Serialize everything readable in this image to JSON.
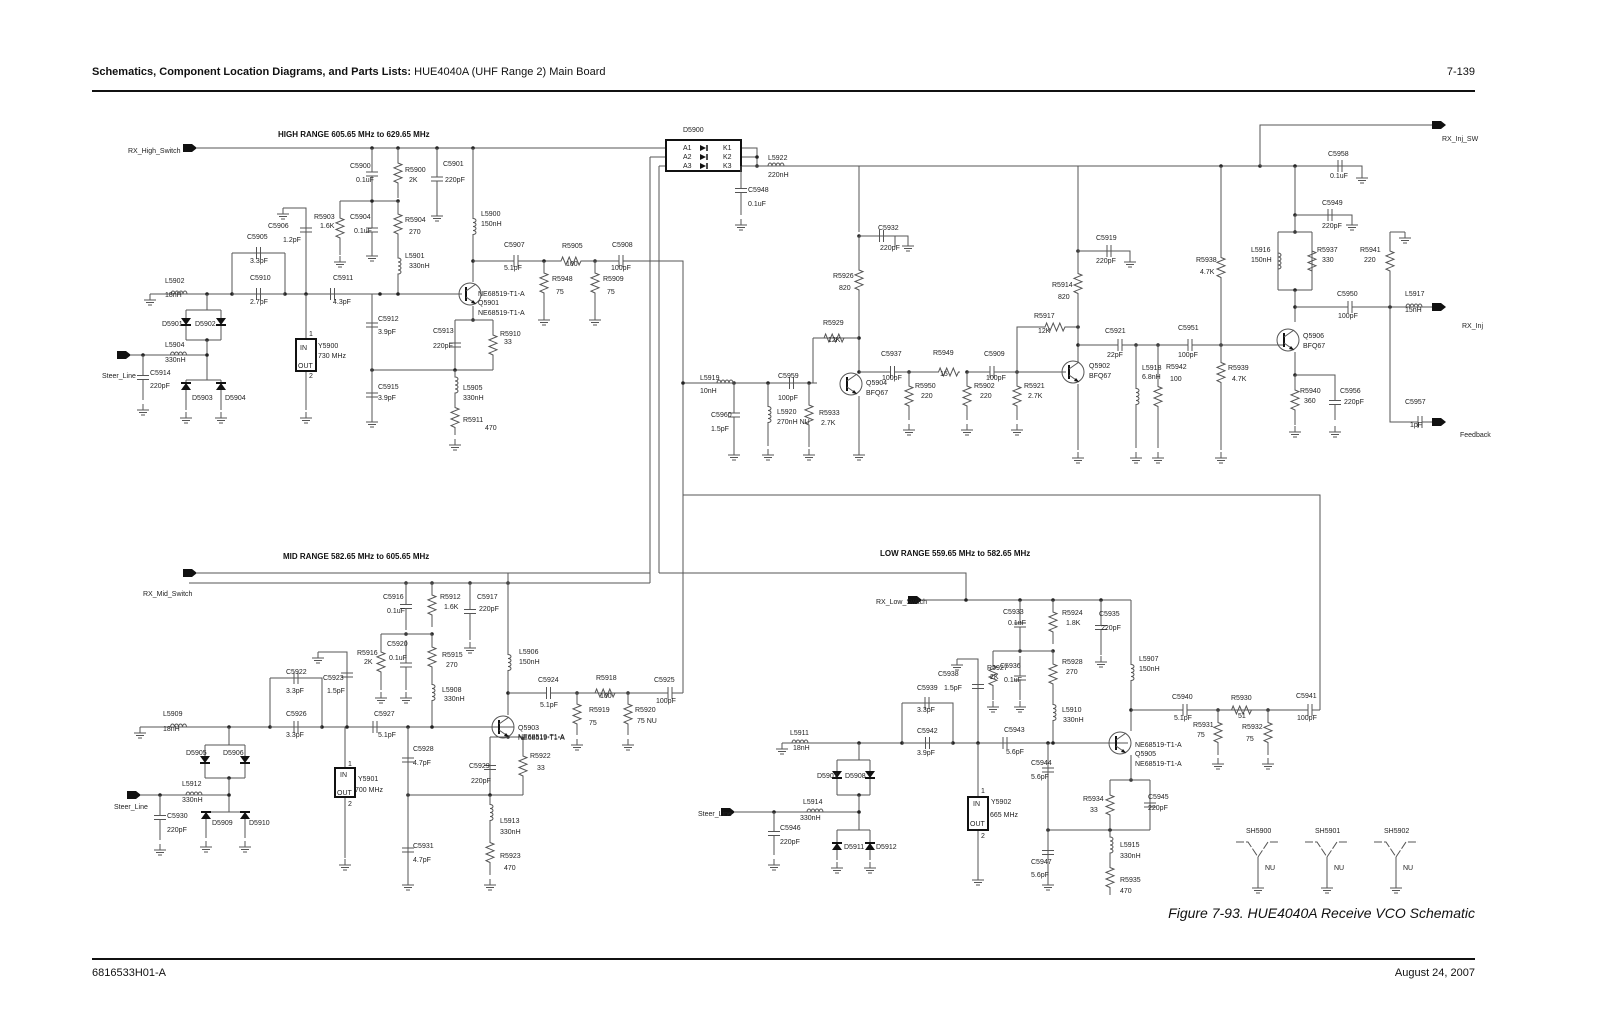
{
  "header": {
    "title_bold": "Schematics, Component Location Diagrams, and Parts Lists:",
    "title_rest": " HUE4040A (UHF Range 2) Main Board",
    "page_number": "7-139"
  },
  "footer": {
    "doc_number": "6816533H01-A",
    "date": "August 24, 2007"
  },
  "caption": "Figure 7-93. HUE4040A Receive VCO Schematic",
  "sections": {
    "high": "HIGH RANGE  605.65 MHz  to  629.65 MHz",
    "mid": "MID RANGE   582.65 MHz  to  605.65 MHz",
    "low": "LOW RANGE   559.65 MHz  to   582.65 MHz"
  },
  "ports": {
    "rx_high_switch": "RX_High_Switch",
    "rx_mid_switch": "RX_Mid_Switch",
    "rx_low_switch": "RX_Low_Switch",
    "steer_line": "Steer_Line",
    "rx_inj_sw": "RX_Inj_SW",
    "rx_inj": "RX_Inj",
    "feedback": "Feedback"
  },
  "components": [
    {
      "ref": "C5900",
      "val": "0.1uF"
    },
    {
      "ref": "R5900",
      "val": "2K"
    },
    {
      "ref": "C5901",
      "val": "220pF"
    },
    {
      "ref": "R5903",
      "val": "1.6K"
    },
    {
      "ref": "C5904",
      "val": "0.1uF"
    },
    {
      "ref": "R5904",
      "val": "270"
    },
    {
      "ref": "C5906",
      "val": "1.2pF"
    },
    {
      "ref": "C5905",
      "val": "3.3pF"
    },
    {
      "ref": "C5910",
      "val": "2.7pF"
    },
    {
      "ref": "L5902",
      "val": "18nH"
    },
    {
      "ref": "C5911",
      "val": "4.3pF"
    },
    {
      "ref": "L5901",
      "val": "330nH"
    },
    {
      "ref": "L5900",
      "val": "150nH"
    },
    {
      "ref": "Q5901",
      "val": "NE68519-T1-A"
    },
    {
      "ref": "C5907",
      "val": "5.1pF"
    },
    {
      "ref": "R5905",
      "val": "100"
    },
    {
      "ref": "C5908",
      "val": "100pF"
    },
    {
      "ref": "R5948",
      "val": "75"
    },
    {
      "ref": "R5909",
      "val": "75"
    },
    {
      "ref": "C5912",
      "val": "3.9pF"
    },
    {
      "ref": "C5913",
      "val": "220pF"
    },
    {
      "ref": "R5910",
      "val": "33"
    },
    {
      "ref": "C5915",
      "val": "3.9pF"
    },
    {
      "ref": "L5905",
      "val": "330nH"
    },
    {
      "ref": "R5911",
      "val": "470"
    },
    {
      "ref": "Y5900",
      "val": "730 MHz"
    },
    {
      "ref": "L5904",
      "val": "330nH"
    },
    {
      "ref": "C5914",
      "val": "220pF"
    },
    {
      "ref": "D5901",
      "val": ""
    },
    {
      "ref": "D5902",
      "val": ""
    },
    {
      "ref": "D5903",
      "val": ""
    },
    {
      "ref": "D5904",
      "val": ""
    },
    {
      "ref": "D5900",
      "val": ""
    },
    {
      "ref": "L5922",
      "val": "220nH"
    },
    {
      "ref": "C5948",
      "val": "0.1uF"
    },
    {
      "ref": "C5932",
      "val": "220pF"
    },
    {
      "ref": "R5926",
      "val": "820"
    },
    {
      "ref": "R5929",
      "val": "12K"
    },
    {
      "ref": "L5919",
      "val": "10nH"
    },
    {
      "ref": "C5960",
      "val": "1.5pF"
    },
    {
      "ref": "L5920",
      "val": "270nH NU"
    },
    {
      "ref": "C5959",
      "val": "100pF"
    },
    {
      "ref": "R5933",
      "val": "2.7K"
    },
    {
      "ref": "Q5904",
      "val": "BFQ67"
    },
    {
      "ref": "C5937",
      "val": "100pF"
    },
    {
      "ref": "R5949",
      "val": "15"
    },
    {
      "ref": "C5909",
      "val": "100pF"
    },
    {
      "ref": "R5950",
      "val": "220"
    },
    {
      "ref": "R5902",
      "val": "220"
    },
    {
      "ref": "R5921",
      "val": "2.7K"
    },
    {
      "ref": "R5917",
      "val": "12K"
    },
    {
      "ref": "R5914",
      "val": "820"
    },
    {
      "ref": "C5919",
      "val": "220pF"
    },
    {
      "ref": "Q5902",
      "val": "BFQ67"
    },
    {
      "ref": "C5921",
      "val": "22pF"
    },
    {
      "ref": "L5918",
      "val": "6.8nH"
    },
    {
      "ref": "R5942",
      "val": "100"
    },
    {
      "ref": "C5951",
      "val": "100pF"
    },
    {
      "ref": "R5938",
      "val": "4.7K"
    },
    {
      "ref": "R5939",
      "val": "4.7K"
    },
    {
      "ref": "C5958",
      "val": "0.1uF"
    },
    {
      "ref": "C5949",
      "val": "220pF"
    },
    {
      "ref": "L5916",
      "val": "150nH"
    },
    {
      "ref": "R5937",
      "val": "330"
    },
    {
      "ref": "R5941",
      "val": "220"
    },
    {
      "ref": "C5950",
      "val": "100pF"
    },
    {
      "ref": "L5917",
      "val": "15nH"
    },
    {
      "ref": "Q5906",
      "val": "BFQ67"
    },
    {
      "ref": "R5940",
      "val": "360"
    },
    {
      "ref": "C5956",
      "val": "220pF"
    },
    {
      "ref": "C5957",
      "val": "1pF"
    },
    {
      "ref": "C5916",
      "val": "0.1uF"
    },
    {
      "ref": "R5912",
      "val": "1.6K"
    },
    {
      "ref": "C5917",
      "val": "220pF"
    },
    {
      "ref": "R5916",
      "val": "2K"
    },
    {
      "ref": "C5920",
      "val": "0.1uF"
    },
    {
      "ref": "R5915",
      "val": "270"
    },
    {
      "ref": "C5923",
      "val": "1.5pF"
    },
    {
      "ref": "C5922",
      "val": "3.3pF"
    },
    {
      "ref": "C5926",
      "val": "3.3pF"
    },
    {
      "ref": "L5909",
      "val": "18nH"
    },
    {
      "ref": "C5927",
      "val": "5.1pF"
    },
    {
      "ref": "L5908",
      "val": "330nH"
    },
    {
      "ref": "L5906",
      "val": "150nH"
    },
    {
      "ref": "Q5903",
      "val": "NE68519-T1-A"
    },
    {
      "ref": "C5924",
      "val": "5.1pF"
    },
    {
      "ref": "R5918",
      "val": "100"
    },
    {
      "ref": "C5925",
      "val": "100pF"
    },
    {
      "ref": "R5919",
      "val": "75"
    },
    {
      "ref": "R5920",
      "val": "75 NU"
    },
    {
      "ref": "C5928",
      "val": "4.7pF"
    },
    {
      "ref": "C5929",
      "val": "220pF"
    },
    {
      "ref": "R5922",
      "val": "33"
    },
    {
      "ref": "C5931",
      "val": "4.7pF"
    },
    {
      "ref": "L5913",
      "val": "330nH"
    },
    {
      "ref": "R5923",
      "val": "470"
    },
    {
      "ref": "Y5901",
      "val": "700 MHz"
    },
    {
      "ref": "L5912",
      "val": "330nH"
    },
    {
      "ref": "C5930",
      "val": "220pF"
    },
    {
      "ref": "D5905",
      "val": ""
    },
    {
      "ref": "D5906",
      "val": ""
    },
    {
      "ref": "D5909",
      "val": ""
    },
    {
      "ref": "D5910",
      "val": ""
    },
    {
      "ref": "C5933",
      "val": "0.1uF"
    },
    {
      "ref": "R5924",
      "val": "1.8K"
    },
    {
      "ref": "C5935",
      "val": "220pF"
    },
    {
      "ref": "R5927",
      "val": "2K"
    },
    {
      "ref": "C5936",
      "val": "0.1uF"
    },
    {
      "ref": "R5928",
      "val": "270"
    },
    {
      "ref": "C5938",
      "val": "1.5pF"
    },
    {
      "ref": "C5939",
      "val": "3.3pF"
    },
    {
      "ref": "C5942",
      "val": "3.9pF"
    },
    {
      "ref": "L5911",
      "val": "18nH"
    },
    {
      "ref": "C5943",
      "val": "5.6pF"
    },
    {
      "ref": "L5910",
      "val": "330nH"
    },
    {
      "ref": "L5907",
      "val": "150nH"
    },
    {
      "ref": "Q5905",
      "val": "NE68519-T1-A"
    },
    {
      "ref": "C5940",
      "val": "5.1pF"
    },
    {
      "ref": "R5930",
      "val": "51"
    },
    {
      "ref": "C5941",
      "val": "100pF"
    },
    {
      "ref": "R5931",
      "val": "75"
    },
    {
      "ref": "R5932",
      "val": "75"
    },
    {
      "ref": "C5944",
      "val": "5.6pF"
    },
    {
      "ref": "R5934",
      "val": "33"
    },
    {
      "ref": "C5945",
      "val": "220pF"
    },
    {
      "ref": "C5947",
      "val": "5.6pF"
    },
    {
      "ref": "L5915",
      "val": "330nH"
    },
    {
      "ref": "R5935",
      "val": "470"
    },
    {
      "ref": "Y5902",
      "val": "665 MHz"
    },
    {
      "ref": "L5914",
      "val": "330nH"
    },
    {
      "ref": "C5946",
      "val": "220pF"
    },
    {
      "ref": "D5907",
      "val": ""
    },
    {
      "ref": "D5908",
      "val": ""
    },
    {
      "ref": "D5911",
      "val": ""
    },
    {
      "ref": "D5912",
      "val": ""
    },
    {
      "ref": "SH5900",
      "val": "NU"
    },
    {
      "ref": "SH5901",
      "val": "NU"
    },
    {
      "ref": "SH5902",
      "val": "NU"
    }
  ],
  "d5900_pins": {
    "a1": "A1",
    "a2": "A2",
    "a3": "A3",
    "k1": "K1",
    "k2": "K2",
    "k3": "K3"
  },
  "crystal_pins": {
    "in": "IN",
    "out": "OUT",
    "p1": "1",
    "p2": "2"
  }
}
